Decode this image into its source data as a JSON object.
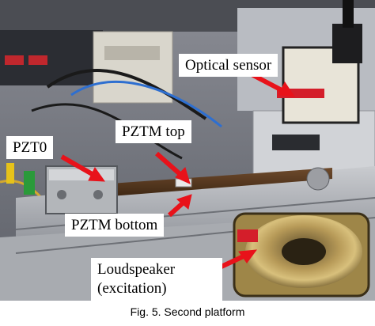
{
  "labels": {
    "optical_sensor": "Optical sensor",
    "pztm_top": "PZTM top",
    "pzt0": "PZT0",
    "pztm_bottom": "PZTM bottom",
    "loudspeaker_line1": "Loudspeaker",
    "loudspeaker_line2": "(excitation)"
  },
  "caption": "Fig. 5. Second platform",
  "colors": {
    "arrow": "#e8121a",
    "label_background": "#ffffff"
  }
}
